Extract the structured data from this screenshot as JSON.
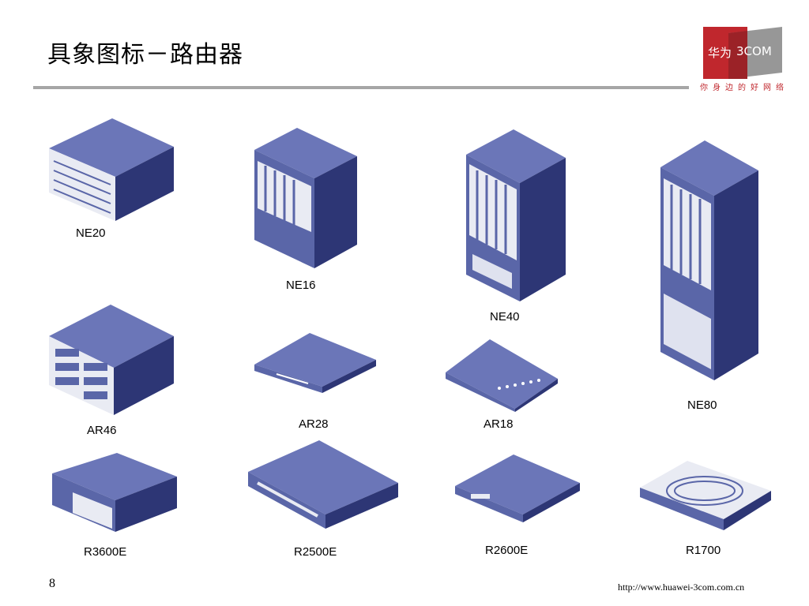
{
  "slide": {
    "title": "具象图标－路由器",
    "page_number": "8",
    "url": "http://www.huawei-3com.com.cn"
  },
  "logo": {
    "brand_cn": "华为",
    "brand_en": "3COM",
    "tagline": "你身边的好网络"
  },
  "colors": {
    "device_front": "#5a66a8",
    "device_side": "#2d3675",
    "device_top": "#6b76b8",
    "rule": "#a6a6a6",
    "logo_red": "#c0272d",
    "logo_gray": "#8c8c8c"
  },
  "devices": [
    {
      "id": "ne20",
      "label": "NE20"
    },
    {
      "id": "ne16",
      "label": "NE16"
    },
    {
      "id": "ne40",
      "label": "NE40"
    },
    {
      "id": "ne80",
      "label": "NE80"
    },
    {
      "id": "ar46",
      "label": "AR46"
    },
    {
      "id": "ar28",
      "label": "AR28"
    },
    {
      "id": "ar18",
      "label": "AR18"
    },
    {
      "id": "r3600e",
      "label": "R3600E"
    },
    {
      "id": "r2500e",
      "label": "R2500E"
    },
    {
      "id": "r2600e",
      "label": "R2600E"
    },
    {
      "id": "r1700",
      "label": "R1700"
    }
  ]
}
